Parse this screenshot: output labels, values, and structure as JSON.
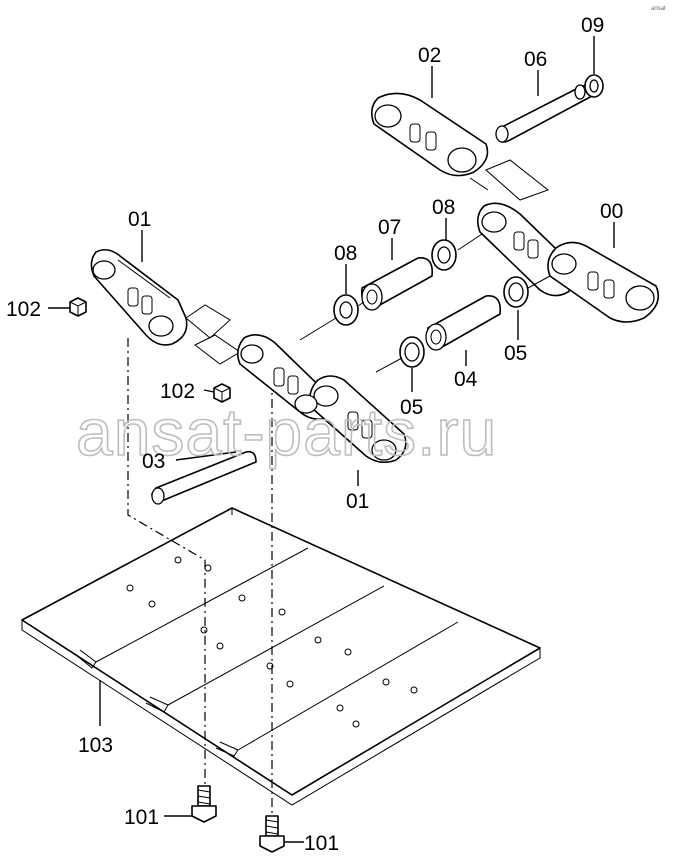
{
  "watermark": "ansat-parts.ru",
  "corner_mark": "ansat",
  "labels": {
    "p00": "00",
    "p01a": "01",
    "p01b": "01",
    "p02": "02",
    "p03": "03",
    "p04": "04",
    "p05a": "05",
    "p05b": "05",
    "p06": "06",
    "p07": "07",
    "p08a": "08",
    "p08b": "08",
    "p09": "09",
    "p101a": "101",
    "p101b": "101",
    "p102a": "102",
    "p102b": "102",
    "p103": "103"
  }
}
